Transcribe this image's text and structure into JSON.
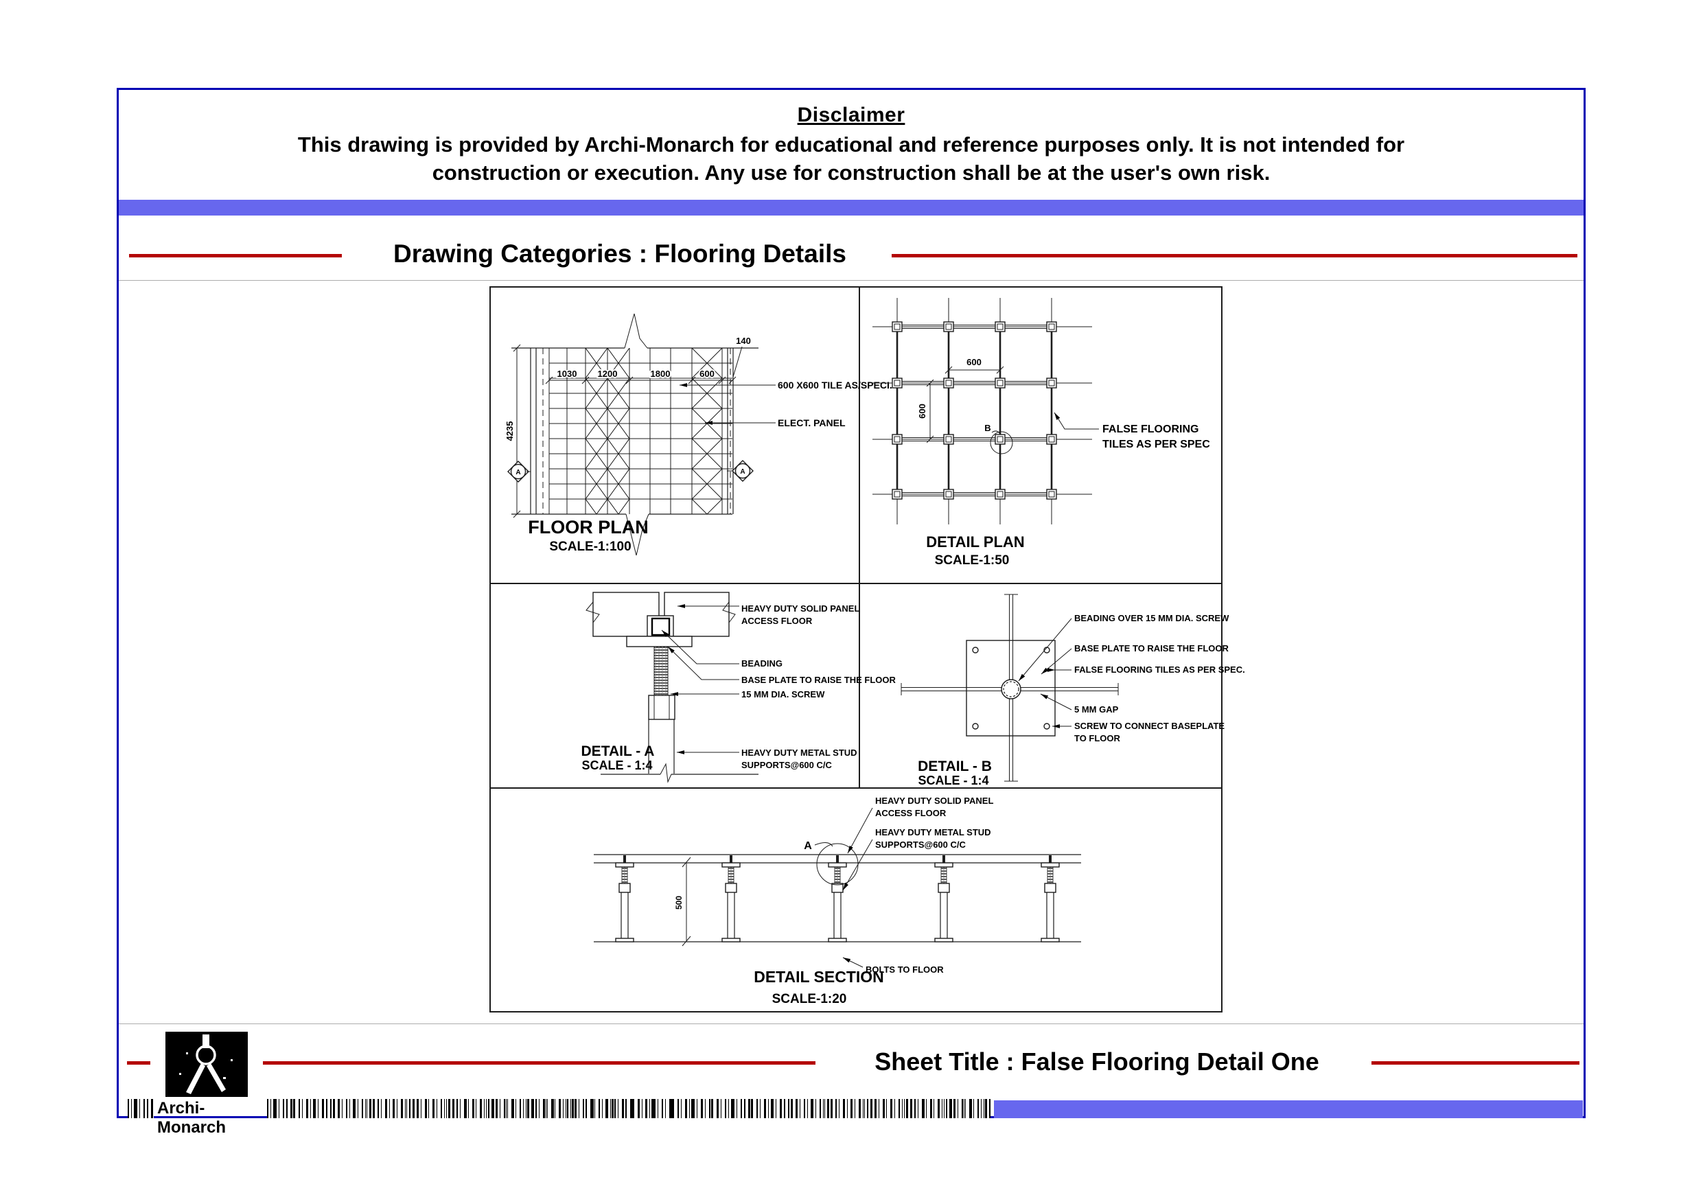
{
  "header": {
    "disclaimer_title": "Disclaimer",
    "disclaimer_line1": "This drawing is provided by Archi-Monarch for educational and reference purposes only. It is not intended for",
    "disclaimer_line2": "construction or execution. Any use for construction shall be at the user's own risk.",
    "category_heading": "Drawing Categories : Flooring Details"
  },
  "footer": {
    "sheet_title": "Sheet Title : False Flooring Detail One",
    "brand": "Archi-Monarch"
  },
  "colors": {
    "accent_blue": "#6767ee",
    "border_navy": "#0000b4",
    "accent_red": "#b40404"
  },
  "floor_plan": {
    "title": "FLOOR PLAN",
    "scale": "SCALE-1:100",
    "dim_1030": "1030",
    "dim_1200": "1200",
    "dim_1800": "1800",
    "dim_600": "600",
    "dim_140": "140",
    "dim_4235": "4235",
    "label_tile": "600 X600 TILE AS/SPECI.",
    "label_panel": "ELECT. PANEL",
    "marker": "A"
  },
  "detail_plan": {
    "title": "DETAIL PLAN",
    "scale": "SCALE-1:50",
    "dim_x": "600",
    "dim_y": "600",
    "marker": "B",
    "label_line1": "FALSE FLOORING",
    "label_line2": "TILES AS PER SPEC"
  },
  "detail_a": {
    "title": "DETAIL - A",
    "scale": "SCALE - 1:4",
    "label_panel1": "HEAVY DUTY SOLID PANEL",
    "label_panel2": "ACCESS FLOOR",
    "label_beading": "BEADING",
    "label_baseplate": "BASE PLATE TO RAISE THE FLOOR",
    "label_screw": "15 MM DIA. SCREW",
    "label_stud1": "HEAVY DUTY METAL STUD",
    "label_stud2": "SUPPORTS@600 C/C"
  },
  "detail_b": {
    "title": "DETAIL - B",
    "scale": "SCALE - 1:4",
    "label_beading": "BEADING OVER 15 MM DIA. SCREW",
    "label_baseplate": "BASE PLATE TO RAISE THE FLOOR",
    "label_tiles": "FALSE FLOORING TILES AS PER SPEC.",
    "label_gap": "5 MM GAP",
    "label_screw1": "SCREW TO CONNECT BASEPLATE",
    "label_screw2": "TO FLOOR"
  },
  "detail_section": {
    "title": "DETAIL SECTION",
    "scale": "SCALE-1:20",
    "dim_500": "500",
    "marker": "A",
    "label_panel1": "HEAVY DUTY SOLID PANEL",
    "label_panel2": "ACCESS FLOOR",
    "label_stud1": "HEAVY DUTY METAL STUD",
    "label_stud2": "SUPPORTS@600 C/C",
    "label_bolts": "BOLTS TO FLOOR"
  }
}
